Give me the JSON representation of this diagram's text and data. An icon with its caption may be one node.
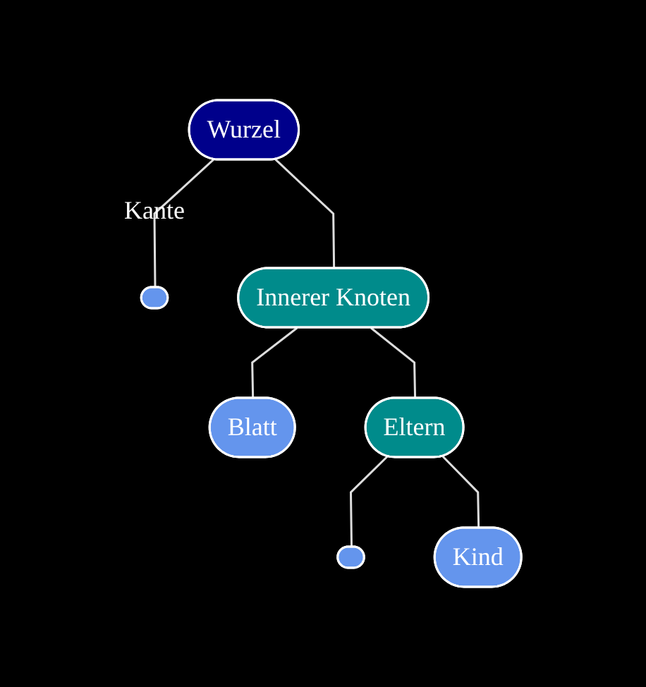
{
  "diagram": {
    "nodes": [
      {
        "text": [
          "Wurzel"
        ]
      },
      {
        "text": [],
        "shape": "ellipse"
      },
      {
        "text": [
          "Innerer Knoten"
        ]
      },
      {
        "text": [
          "Blatt"
        ]
      },
      {
        "text": [
          "Eltern"
        ]
      },
      {
        "text": [],
        "shape": "ellipse"
      },
      {
        "text": [
          "Kind"
        ]
      }
    ],
    "edges": [
      {
        "from": 0,
        "to": 1,
        "arrow": "none",
        "label": "Kante"
      },
      {
        "from": 0,
        "to": 2,
        "arrow": "none"
      },
      {
        "from": 2,
        "to": 3,
        "arrow": "none"
      },
      {
        "from": 2,
        "to": 4,
        "arrow": "none"
      },
      {
        "from": 4,
        "to": 5,
        "arrow": "none"
      },
      {
        "from": 4,
        "to": 6,
        "arrow": "none"
      }
    ]
  }
}
